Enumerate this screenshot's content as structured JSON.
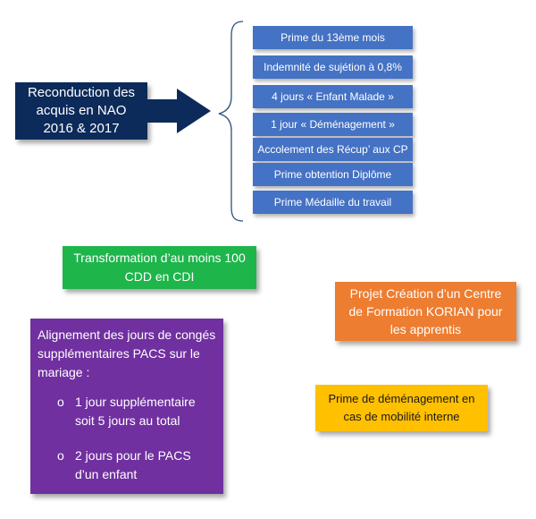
{
  "source": {
    "label": "Reconduction des acquis en NAO 2016 & 2017"
  },
  "items": [
    "Prime du 13ème mois",
    "Indemnité de sujétion à 0,8%",
    "4 jours « Enfant Malade »",
    "1 jour « Déménagement »",
    "Accolement des Récup’ aux CP",
    "Prime obtention Diplôme",
    "Prime Médaille du travail"
  ],
  "green_box": "Transformation d’au moins 100 CDD en CDI",
  "orange_box": "Projet Création d’un Centre de Formation KORIAN pour les apprentis",
  "yellow_box": "Prime de déménagement en cas de mobilité interne",
  "purple_box": {
    "intro": "Alignement des jours de congés supplémentaires PACS sur le mariage :",
    "bullet_glyph": "o",
    "bullets": [
      "1 jour supplémentaire soit 5 jours au total",
      "2 jours pour le PACS d’un enfant"
    ]
  },
  "colors": {
    "navy": "#0c2a5a",
    "blue": "#4472c4",
    "green": "#1eb54b",
    "orange": "#ed7d31",
    "yellow": "#ffc000",
    "purple": "#7030a0",
    "brace": "#2f4e7d"
  }
}
